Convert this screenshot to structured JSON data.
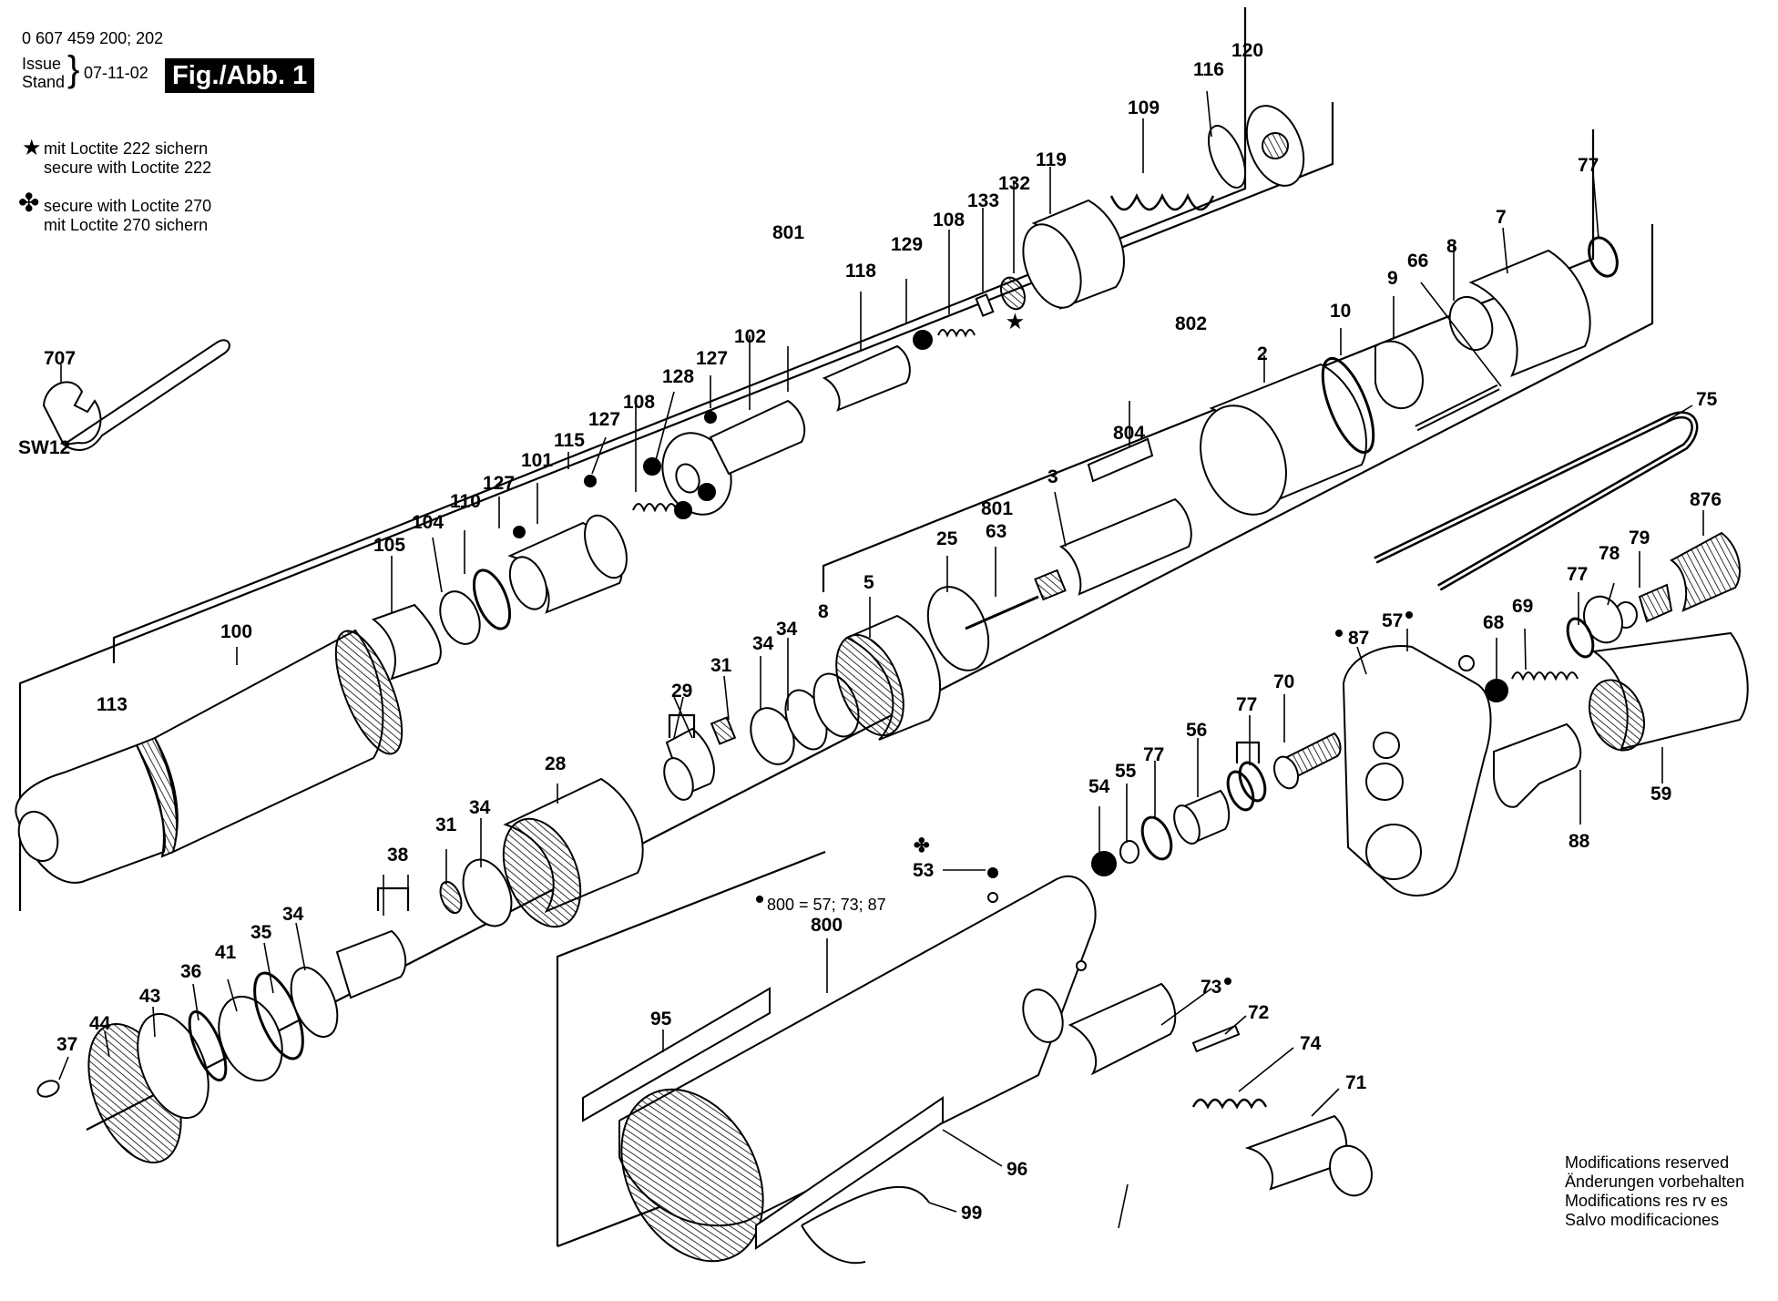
{
  "header": {
    "doc_number": "0 607 459 200; 202",
    "issue": "Issue",
    "stand": "Stand",
    "date": "07-11-02",
    "figure": "Fig./Abb. 1"
  },
  "notes": {
    "star_symbol": "★",
    "star_de": "mit Loctite 222 sichern",
    "star_en": "secure with Loctite 222",
    "clover_symbol": "✤",
    "clover_en": "secure with Loctite 270",
    "clover_de": "mit Loctite 270 sichern"
  },
  "set_note": "800 = 57; 73; 87",
  "wrench_size": "SW12",
  "modifications": [
    "Modifications reserved",
    "Änderungen vorbehalten",
    "Modifications res rv es",
    "Salvo modificaciones"
  ],
  "parts": [
    {
      "id": "p120",
      "label": "120"
    },
    {
      "id": "p116",
      "label": "116"
    },
    {
      "id": "p109",
      "label": "109"
    },
    {
      "id": "p119",
      "label": "119"
    },
    {
      "id": "p132",
      "label": "132"
    },
    {
      "id": "p133",
      "label": "133"
    },
    {
      "id": "p108a",
      "label": "108"
    },
    {
      "id": "p129",
      "label": "129"
    },
    {
      "id": "p118",
      "label": "118"
    },
    {
      "id": "p801a",
      "label": "801"
    },
    {
      "id": "p102",
      "label": "102"
    },
    {
      "id": "p127a",
      "label": "127"
    },
    {
      "id": "p128",
      "label": "128"
    },
    {
      "id": "p108b",
      "label": "108"
    },
    {
      "id": "p127b",
      "label": "127"
    },
    {
      "id": "p115",
      "label": "115"
    },
    {
      "id": "p101",
      "label": "101"
    },
    {
      "id": "p127c",
      "label": "127"
    },
    {
      "id": "p110",
      "label": "110"
    },
    {
      "id": "p104",
      "label": "104"
    },
    {
      "id": "p105",
      "label": "105"
    },
    {
      "id": "p100",
      "label": "100"
    },
    {
      "id": "p113",
      "label": "113"
    },
    {
      "id": "p707",
      "label": "707"
    },
    {
      "id": "p77a",
      "label": "77"
    },
    {
      "id": "p7",
      "label": "7"
    },
    {
      "id": "p8a",
      "label": "8"
    },
    {
      "id": "p66",
      "label": "66"
    },
    {
      "id": "p9",
      "label": "9"
    },
    {
      "id": "p10",
      "label": "10"
    },
    {
      "id": "p802",
      "label": "802"
    },
    {
      "id": "p2",
      "label": "2"
    },
    {
      "id": "p804",
      "label": "804"
    },
    {
      "id": "p3",
      "label": "3"
    },
    {
      "id": "p801b",
      "label": "801"
    },
    {
      "id": "p63",
      "label": "63"
    },
    {
      "id": "p25",
      "label": "25"
    },
    {
      "id": "p5",
      "label": "5"
    },
    {
      "id": "p8b",
      "label": "8"
    },
    {
      "id": "p34a",
      "label": "34"
    },
    {
      "id": "p34b",
      "label": "34"
    },
    {
      "id": "p31a",
      "label": "31"
    },
    {
      "id": "p29",
      "label": "29"
    },
    {
      "id": "p28",
      "label": "28"
    },
    {
      "id": "p34c",
      "label": "34"
    },
    {
      "id": "p31b",
      "label": "31"
    },
    {
      "id": "p38",
      "label": "38"
    },
    {
      "id": "p34d",
      "label": "34"
    },
    {
      "id": "p35",
      "label": "35"
    },
    {
      "id": "p41",
      "label": "41"
    },
    {
      "id": "p36",
      "label": "36"
    },
    {
      "id": "p43",
      "label": "43"
    },
    {
      "id": "p44",
      "label": "44"
    },
    {
      "id": "p37",
      "label": "37"
    },
    {
      "id": "p75",
      "label": "75"
    },
    {
      "id": "p876",
      "label": "876"
    },
    {
      "id": "p79",
      "label": "79"
    },
    {
      "id": "p78",
      "label": "78"
    },
    {
      "id": "p77b",
      "label": "77"
    },
    {
      "id": "p69",
      "label": "69"
    },
    {
      "id": "p68",
      "label": "68"
    },
    {
      "id": "p57",
      "label": "57"
    },
    {
      "id": "p87",
      "label": "87"
    },
    {
      "id": "p70",
      "label": "70"
    },
    {
      "id": "p77c",
      "label": "77"
    },
    {
      "id": "p56",
      "label": "56"
    },
    {
      "id": "p77d",
      "label": "77"
    },
    {
      "id": "p55",
      "label": "55"
    },
    {
      "id": "p54",
      "label": "54"
    },
    {
      "id": "p59",
      "label": "59"
    },
    {
      "id": "p88",
      "label": "88"
    },
    {
      "id": "p53",
      "label": "53"
    },
    {
      "id": "p800",
      "label": "800"
    },
    {
      "id": "p95",
      "label": "95"
    },
    {
      "id": "p73",
      "label": "73"
    },
    {
      "id": "p72",
      "label": "72"
    },
    {
      "id": "p74",
      "label": "74"
    },
    {
      "id": "p71",
      "label": "71"
    },
    {
      "id": "p96",
      "label": "96"
    },
    {
      "id": "p99",
      "label": "99"
    }
  ]
}
